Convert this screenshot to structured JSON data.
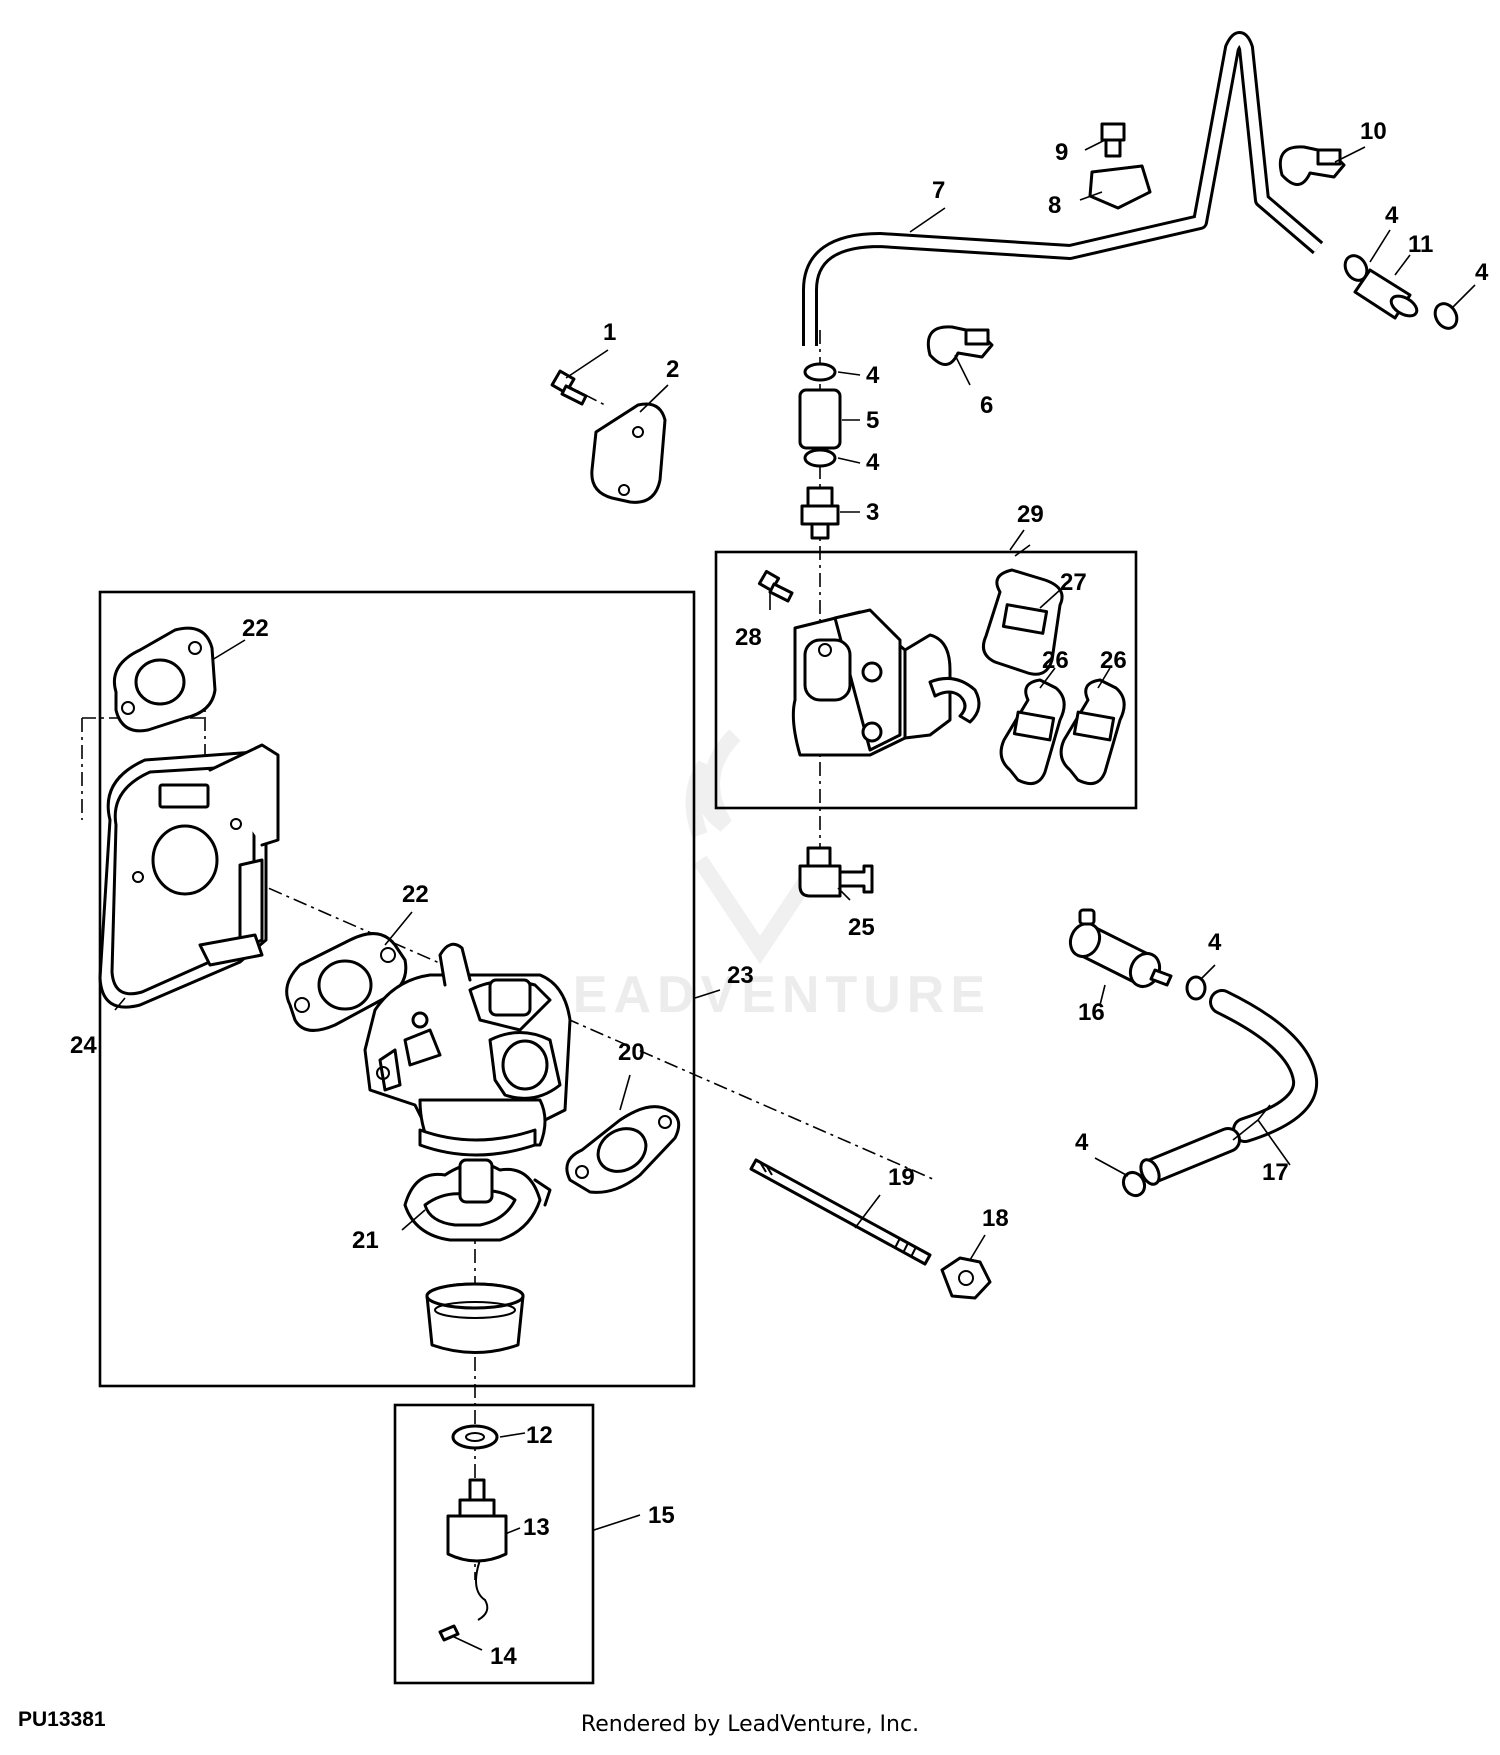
{
  "callouts": [
    {
      "id": "c1",
      "text": "1"
    },
    {
      "id": "c2",
      "text": "2"
    },
    {
      "id": "c3",
      "text": "3"
    },
    {
      "id": "c4a",
      "text": "4"
    },
    {
      "id": "c4b",
      "text": "4"
    },
    {
      "id": "c4c",
      "text": "4"
    },
    {
      "id": "c4d",
      "text": "4"
    },
    {
      "id": "c4e",
      "text": "4"
    },
    {
      "id": "c4f",
      "text": "4"
    },
    {
      "id": "c5",
      "text": "5"
    },
    {
      "id": "c6",
      "text": "6"
    },
    {
      "id": "c7",
      "text": "7"
    },
    {
      "id": "c8",
      "text": "8"
    },
    {
      "id": "c9",
      "text": "9"
    },
    {
      "id": "c10",
      "text": "10"
    },
    {
      "id": "c11",
      "text": "11"
    },
    {
      "id": "c12",
      "text": "12"
    },
    {
      "id": "c13",
      "text": "13"
    },
    {
      "id": "c14",
      "text": "14"
    },
    {
      "id": "c15",
      "text": "15"
    },
    {
      "id": "c16",
      "text": "16"
    },
    {
      "id": "c17",
      "text": "17"
    },
    {
      "id": "c18",
      "text": "18"
    },
    {
      "id": "c19",
      "text": "19"
    },
    {
      "id": "c20",
      "text": "20"
    },
    {
      "id": "c21",
      "text": "21"
    },
    {
      "id": "c22a",
      "text": "22"
    },
    {
      "id": "c22b",
      "text": "22"
    },
    {
      "id": "c23",
      "text": "23"
    },
    {
      "id": "c24",
      "text": "24"
    },
    {
      "id": "c25",
      "text": "25"
    },
    {
      "id": "c26a",
      "text": "26"
    },
    {
      "id": "c26b",
      "text": "26"
    },
    {
      "id": "c27",
      "text": "27"
    },
    {
      "id": "c28",
      "text": "28"
    },
    {
      "id": "c29",
      "text": "29"
    }
  ],
  "diagram_code": "PU13381",
  "credit": "Rendered by LeadVenture, Inc.",
  "watermark": "LEADVENTURE"
}
